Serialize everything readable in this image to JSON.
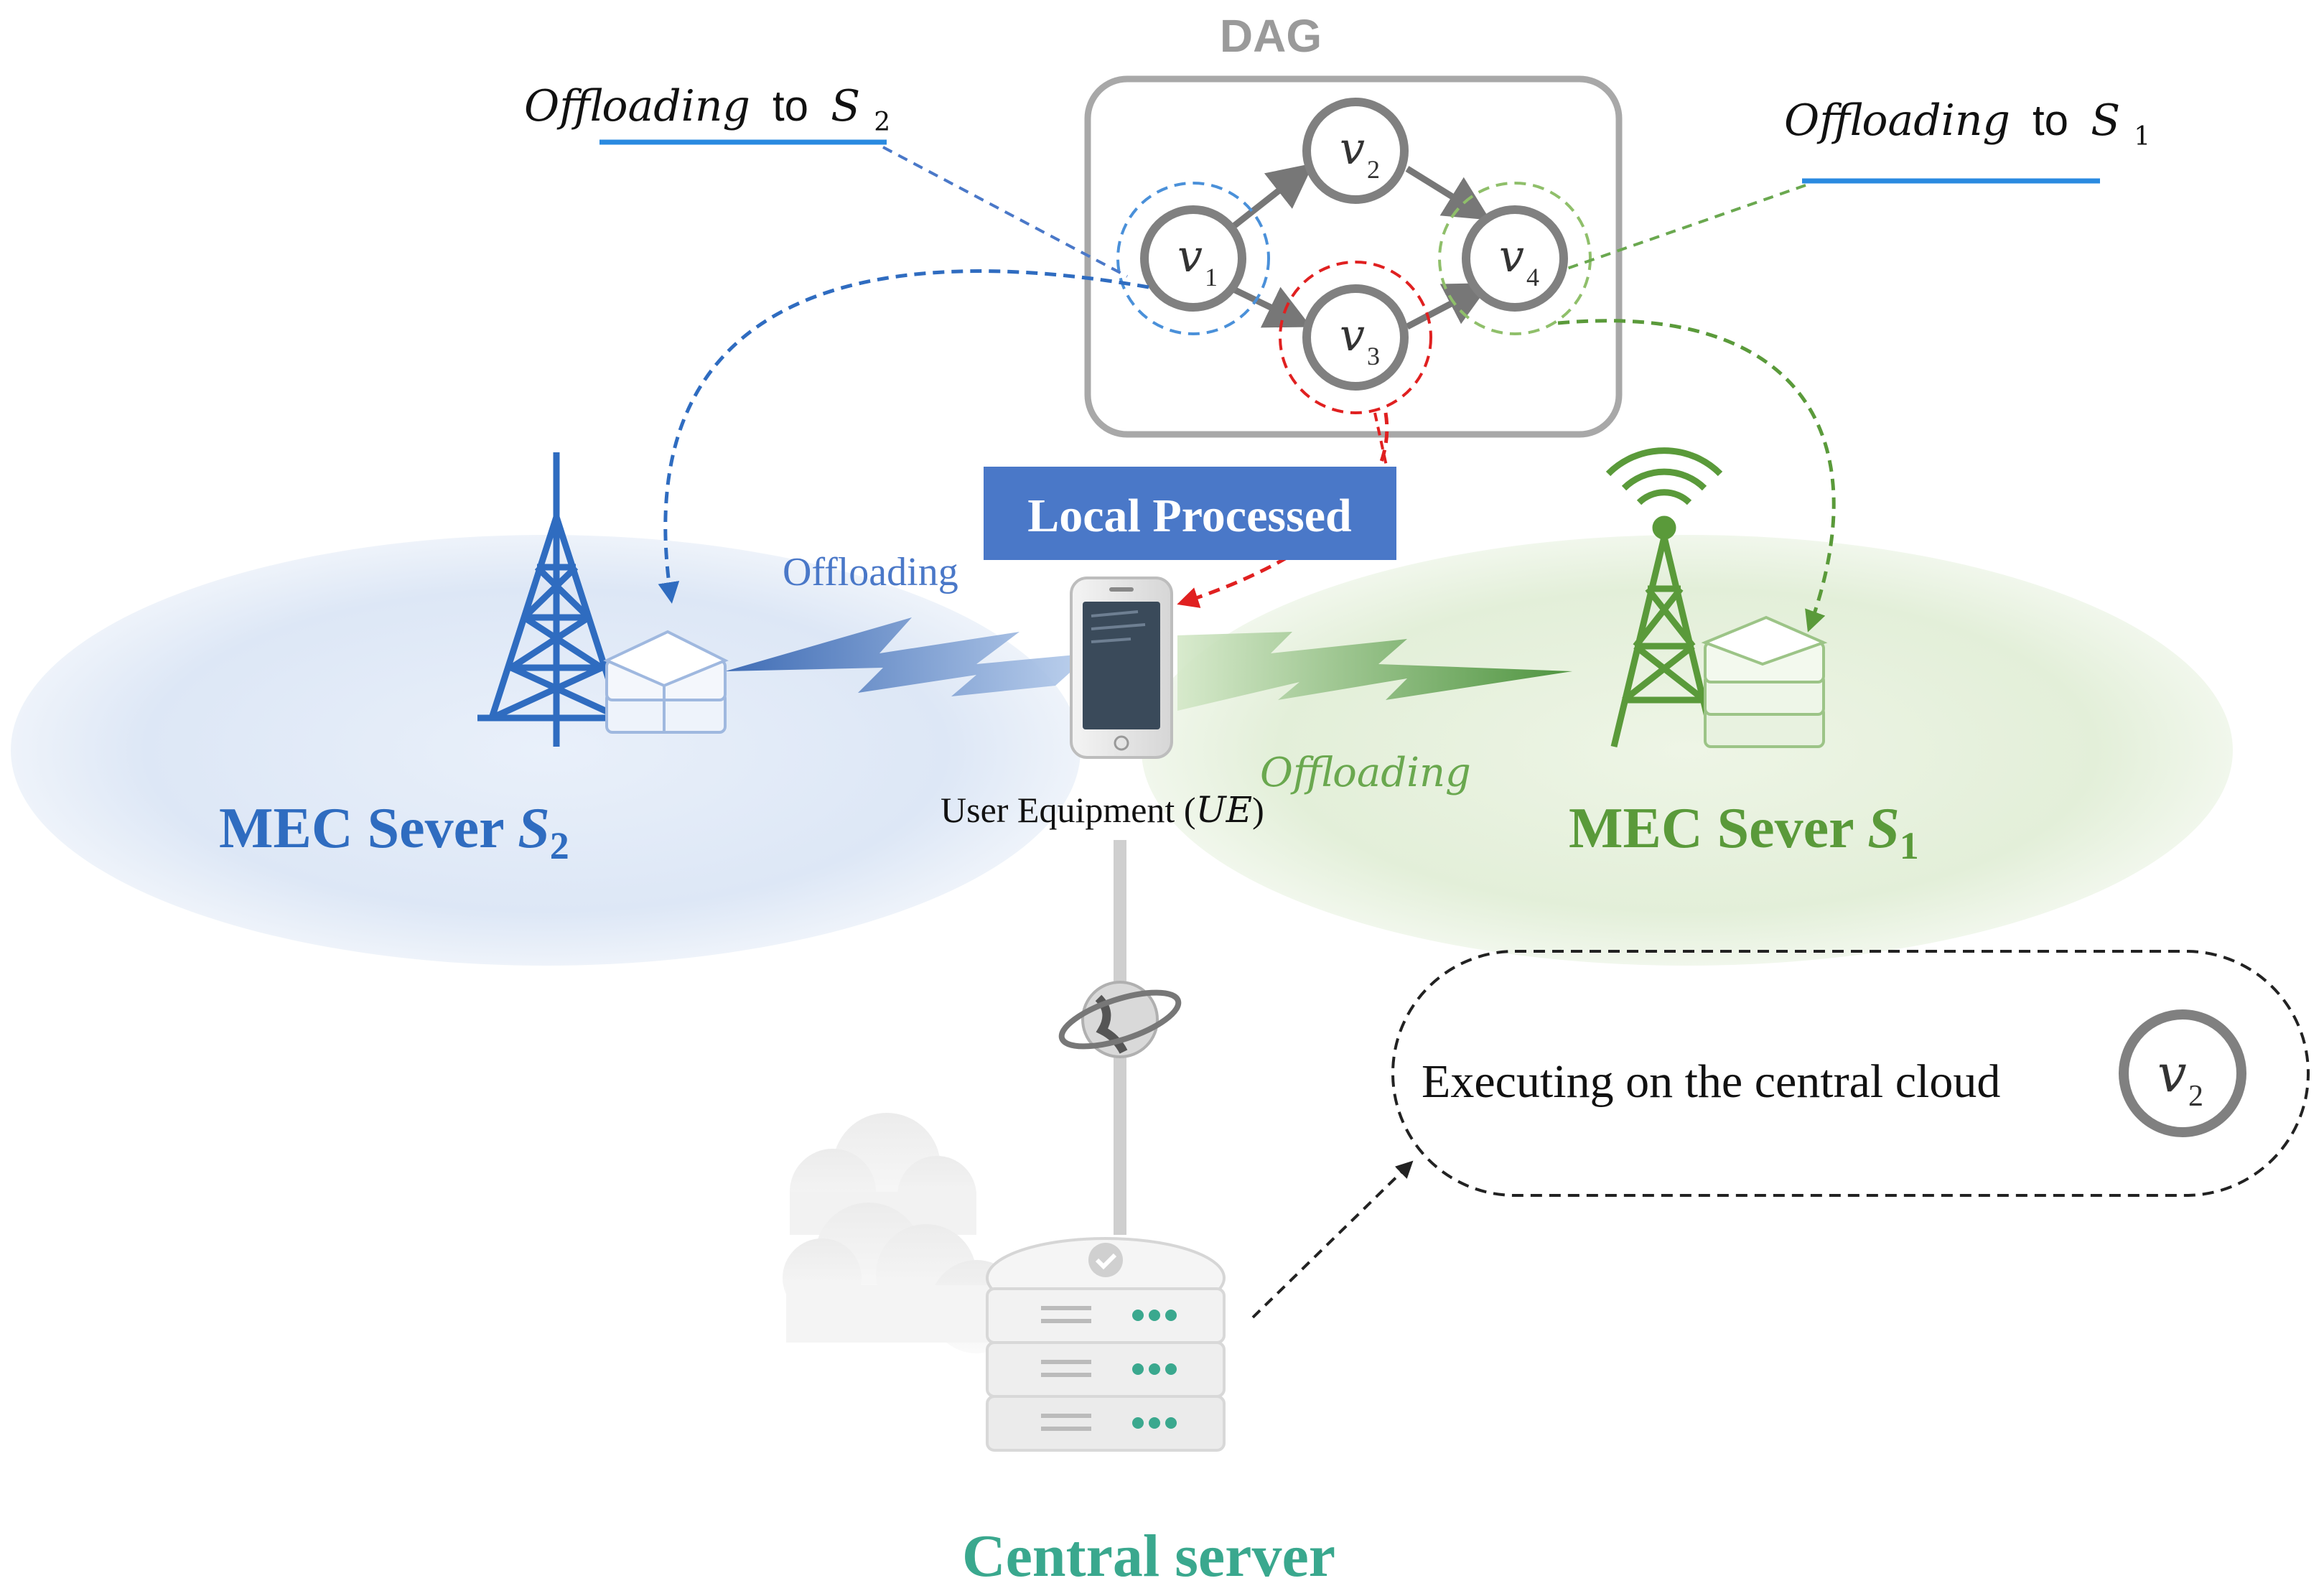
{
  "dag": {
    "title": "DAG",
    "nodes": [
      {
        "id": "v1",
        "letter": "v",
        "sub": "1"
      },
      {
        "id": "v2",
        "letter": "v",
        "sub": "2"
      },
      {
        "id": "v3",
        "letter": "v",
        "sub": "3"
      },
      {
        "id": "v4",
        "letter": "v",
        "sub": "4"
      }
    ]
  },
  "offload_s2": {
    "word": "Offloading",
    "to": "to",
    "server_letter": "S",
    "server_sub": "2"
  },
  "offload_s1": {
    "word": "Offloading",
    "to": "to",
    "server_letter": "S",
    "server_sub": "1"
  },
  "local_processed": "Local Processed",
  "offloading_left": "Offloading",
  "offloading_right": "Offloading",
  "ue_label": {
    "prefix": "User Equipment (",
    "italic": "UE",
    "suffix": ")"
  },
  "mec_s2": {
    "prefix": "MEC Sever ",
    "letter": "S",
    "sub": "2"
  },
  "mec_s1": {
    "prefix": "MEC Sever ",
    "letter": "S",
    "sub": "1"
  },
  "cloud_box": {
    "text": "Executing on the central cloud",
    "node_letter": "v",
    "node_sub": "2"
  },
  "central_server": "Central server",
  "colors": {
    "blue": "#2f6cc0",
    "green": "#5a9a3a",
    "red": "#e02020",
    "gray": "#7a7a7a",
    "teal": "#3aa88e",
    "local_bg": "#4a78c8"
  },
  "icons": [
    "tower-blue-icon",
    "tower-green-icon",
    "server-stack-icon",
    "smartphone-icon",
    "globe-icon",
    "cloud-icon",
    "central-server-icon"
  ]
}
